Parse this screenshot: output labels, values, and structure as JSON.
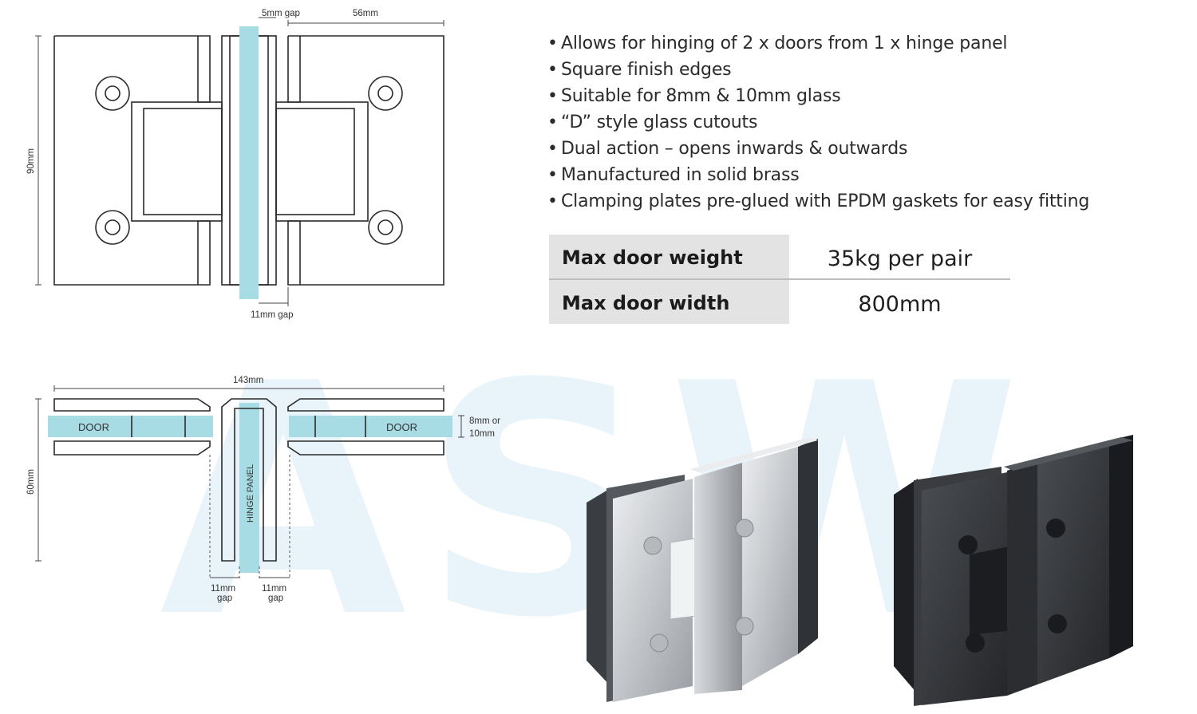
{
  "watermark": {
    "text": "ASW"
  },
  "front_diagram": {
    "gap_top_label": "5mm gap",
    "width_label": "56mm",
    "height_label": "90mm",
    "gap_bottom_label": "11mm gap"
  },
  "plan_diagram": {
    "width_label": "143mm",
    "height_label": "60mm",
    "door_left_label": "DOOR",
    "door_right_label": "DOOR",
    "hinge_panel_label": "HINGE PANEL",
    "glass_thickness_line1": "8mm or",
    "glass_thickness_line2": "10mm",
    "gap_left_line1": "11mm",
    "gap_left_line2": "gap",
    "gap_right_line1": "11mm",
    "gap_right_line2": "gap"
  },
  "features": [
    "Allows for hinging of 2 x doors from 1 x hinge panel",
    "Square finish edges",
    "Suitable for 8mm & 10mm glass",
    "“D” style glass cutouts",
    "Dual action – opens inwards & outwards",
    "Manufactured in solid brass",
    "Clamping plates pre-glued with EPDM gaskets for easy fitting"
  ],
  "bullet_symbol": "•",
  "specs": [
    {
      "label": "Max door weight",
      "value": "35kg per pair"
    },
    {
      "label": "Max door width",
      "value": "800mm"
    }
  ],
  "colors": {
    "glass": "#a7dce4",
    "line": "#2a2a2a",
    "watermark": "#d8ecf6",
    "chrome": "#c9ccd0",
    "black": "#2c2e31",
    "spec_header_bg": "#e3e3e3"
  },
  "products": [
    {
      "name": "chrome-hinge"
    },
    {
      "name": "black-hinge"
    }
  ]
}
